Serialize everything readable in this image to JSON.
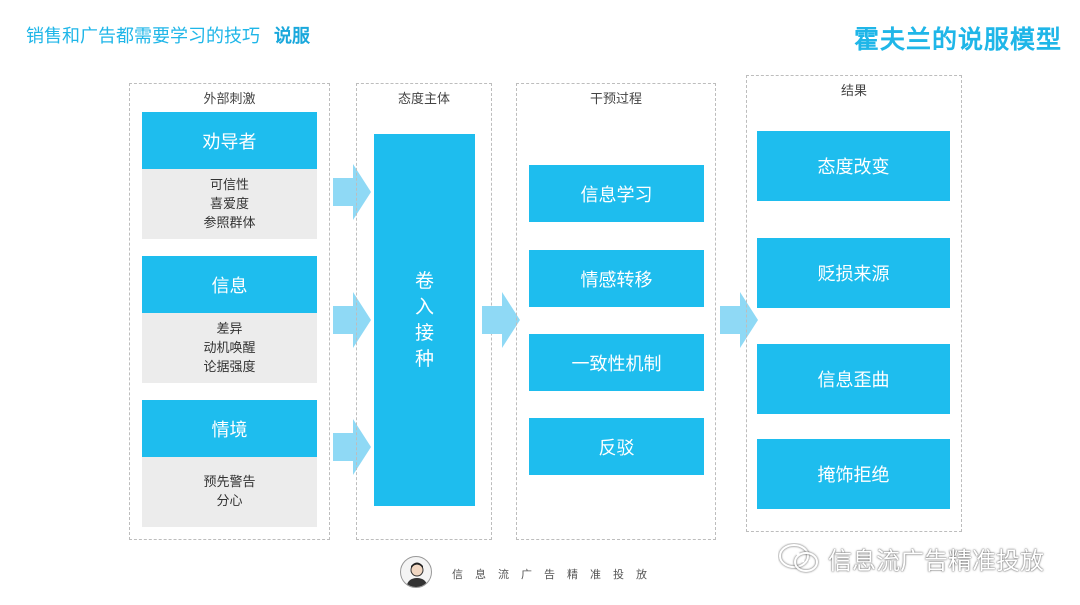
{
  "header": {
    "subtitle": "销售和广告都需要学习的技巧",
    "topic": "说服",
    "title": "霍夫兰的说服模型"
  },
  "columns": {
    "external": {
      "title": "外部刺激",
      "groups": [
        {
          "label": "劝导者",
          "details": [
            "可信性",
            "喜爱度",
            "参照群体"
          ]
        },
        {
          "label": "信息",
          "details": [
            "差异",
            "动机唤醒",
            "论据强度"
          ]
        },
        {
          "label": "情境",
          "details": [
            "预先警告",
            "分心"
          ]
        }
      ]
    },
    "subject": {
      "title": "态度主体",
      "chars": [
        "卷",
        "入",
        "接",
        "种"
      ]
    },
    "process": {
      "title": "干预过程",
      "items": [
        "信息学习",
        "情感转移",
        "一致性机制",
        "反驳"
      ]
    },
    "result": {
      "title": "结果",
      "items": [
        "态度改变",
        "贬损来源",
        "信息歪曲",
        "掩饰拒绝"
      ]
    }
  },
  "footer": {
    "brand": "信息流广告精准投放"
  },
  "watermark": {
    "text": "信息流广告精准投放",
    "icon": "wechat-icon"
  },
  "colors": {
    "accent": "#1ebdee",
    "arrow": "#8fd9f5",
    "detail_bg": "#ececec"
  }
}
